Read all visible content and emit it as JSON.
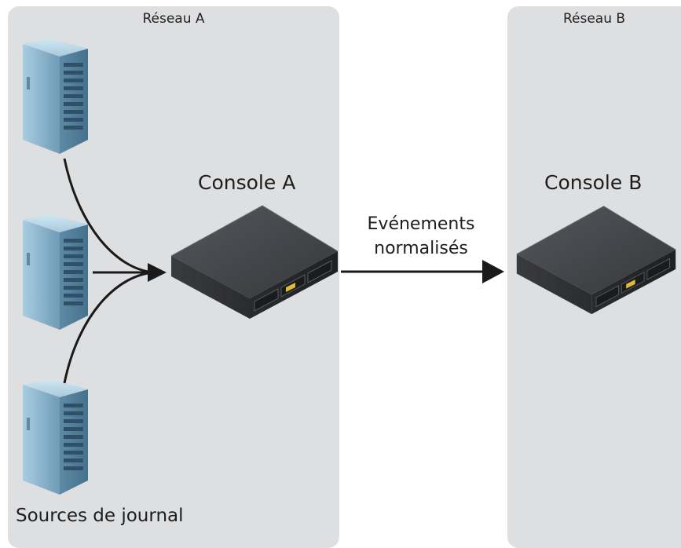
{
  "networks": {
    "a": {
      "title": "Réseau A"
    },
    "b": {
      "title": "Réseau B"
    }
  },
  "consoles": {
    "a": {
      "label": "Console A"
    },
    "b": {
      "label": "Console B"
    }
  },
  "flow": {
    "line1": "Evénements",
    "line2": "normalisés"
  },
  "sources": {
    "label": "Sources de journal",
    "count": 3
  },
  "colors": {
    "panel": "#dedfe1",
    "server_body": "#7fa9c4",
    "appliance_body": "#3c3d41",
    "arrow": "#1a1a1a"
  }
}
